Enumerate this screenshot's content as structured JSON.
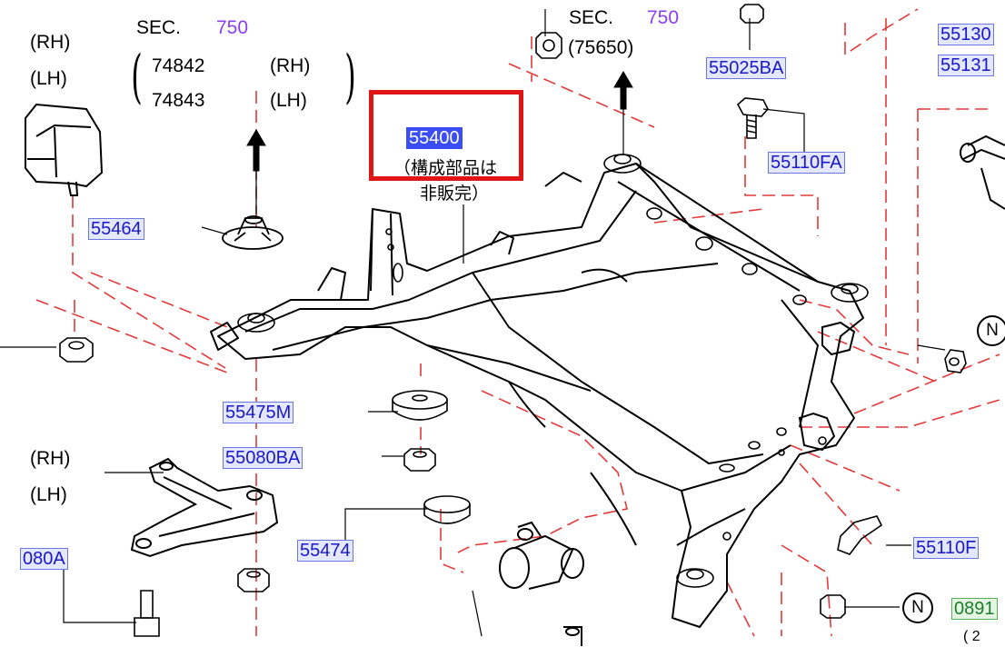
{
  "colors": {
    "link_text": "#1a18c8",
    "link_bg": "#e3e7ff",
    "selected_bg": "#3b4df5",
    "highlight_border": "#e01515",
    "section_number": "#8a3ff0",
    "green_link": "#1a7d2a",
    "dashed_lines": "#e23a3a"
  },
  "section_refs": {
    "left": {
      "label": "SEC.",
      "number": "750",
      "rows": [
        {
          "code": "74842",
          "side": "(RH)"
        },
        {
          "code": "74843",
          "side": "(LH)"
        }
      ]
    },
    "right": {
      "label": "SEC.",
      "number": "750",
      "sub": "(75650)"
    }
  },
  "side_labels": {
    "top_rh": "(RH)",
    "top_lh": "(LH)",
    "arm_rh": "(RH)",
    "arm_lh": "(LH)"
  },
  "selected_part": {
    "number": "55400",
    "note_line1": "（構成部品は",
    "note_line2": "非販完）"
  },
  "parts": {
    "p55464": "55464",
    "p55475M": "55475M",
    "p55080BA": "55080BA",
    "p55474": "55474",
    "p080A": "080A",
    "p55025BA": "55025BA",
    "p55110FA": "55110FA",
    "p55130": "55130",
    "p55131": "55131",
    "p55110F": "55110F",
    "p0891": "0891"
  },
  "badges": {
    "n1": "N",
    "n2": "N"
  },
  "partial_text": {
    "bottom_right": "( 2"
  },
  "icons": [
    "up-arrow-icon",
    "mount-bushing-icon",
    "bolt-icon",
    "nut-icon",
    "washer-icon",
    "subframe-drawing"
  ]
}
